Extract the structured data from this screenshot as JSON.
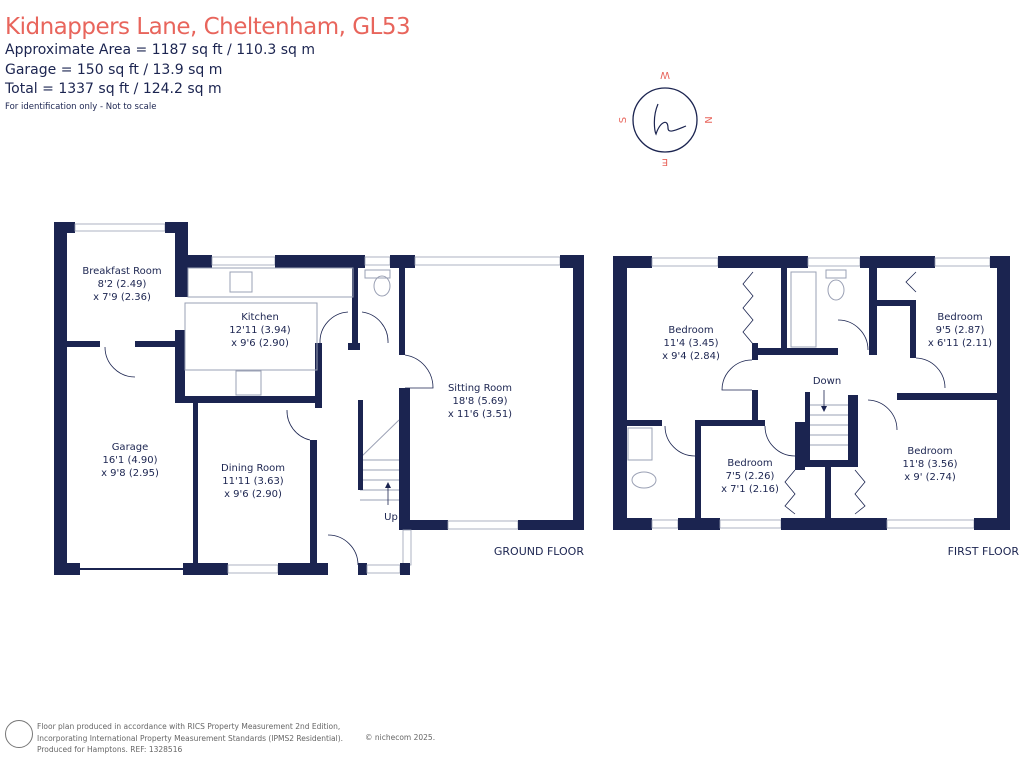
{
  "header": {
    "title": "Kidnappers Lane, Cheltenham, GL53",
    "approx_area": "Approximate Area = 1187  sq ft / 110.3  sq m",
    "garage_area": "Garage = 150 sq ft / 13.9  sq m",
    "total_area": "Total = 1337 sq ft / 124.2 sq m",
    "note": "For identification only - Not to scale"
  },
  "compass": {
    "w": "W",
    "n": "N",
    "s": "S",
    "e": "E",
    "logo": "h",
    "accent": "#e8655c",
    "ring": "#1b2450"
  },
  "ground_floor": {
    "label": "GROUND FLOOR",
    "rooms": [
      {
        "name": "Breakfast Room",
        "dim1": "8'2 (2.49)",
        "dim2": "x 7'9 (2.36)"
      },
      {
        "name": "Kitchen",
        "dim1": "12'11 (3.94)",
        "dim2": "x 9'6 (2.90)"
      },
      {
        "name": "Sitting Room",
        "dim1": "18'8 (5.69)",
        "dim2": "x 11'6 (3.51)"
      },
      {
        "name": "Garage",
        "dim1": "16'1 (4.90)",
        "dim2": "x 9'8 (2.95)"
      },
      {
        "name": "Dining Room",
        "dim1": "11'11 (3.63)",
        "dim2": "x 9'6 (2.90)"
      }
    ],
    "stairs": "Up"
  },
  "first_floor": {
    "label": "FIRST FLOOR",
    "rooms": [
      {
        "name": "Bedroom",
        "dim1": "11'4 (3.45)",
        "dim2": "x 9'4 (2.84)"
      },
      {
        "name": "Bedroom",
        "dim1": "9'5 (2.87)",
        "dim2": "x 6'11 (2.11)"
      },
      {
        "name": "Bedroom",
        "dim1": "7'5 (2.26)",
        "dim2": "x 7'1 (2.16)"
      },
      {
        "name": "Bedroom",
        "dim1": "11'8 (3.56)",
        "dim2": "x 9' (2.74)"
      }
    ],
    "stairs": "Down"
  },
  "footer": {
    "line1": "Floor plan produced in accordance with RICS Property Measurement 2nd Edition,",
    "line2": "Incorporating International Property Measurement Standards (IPMS2 Residential).",
    "line3": "Produced for Hamptons.   REF:  1328516",
    "copyright": "© nichecom 2025."
  },
  "colors": {
    "wall": "#1b2450",
    "title": "#e8655c"
  }
}
